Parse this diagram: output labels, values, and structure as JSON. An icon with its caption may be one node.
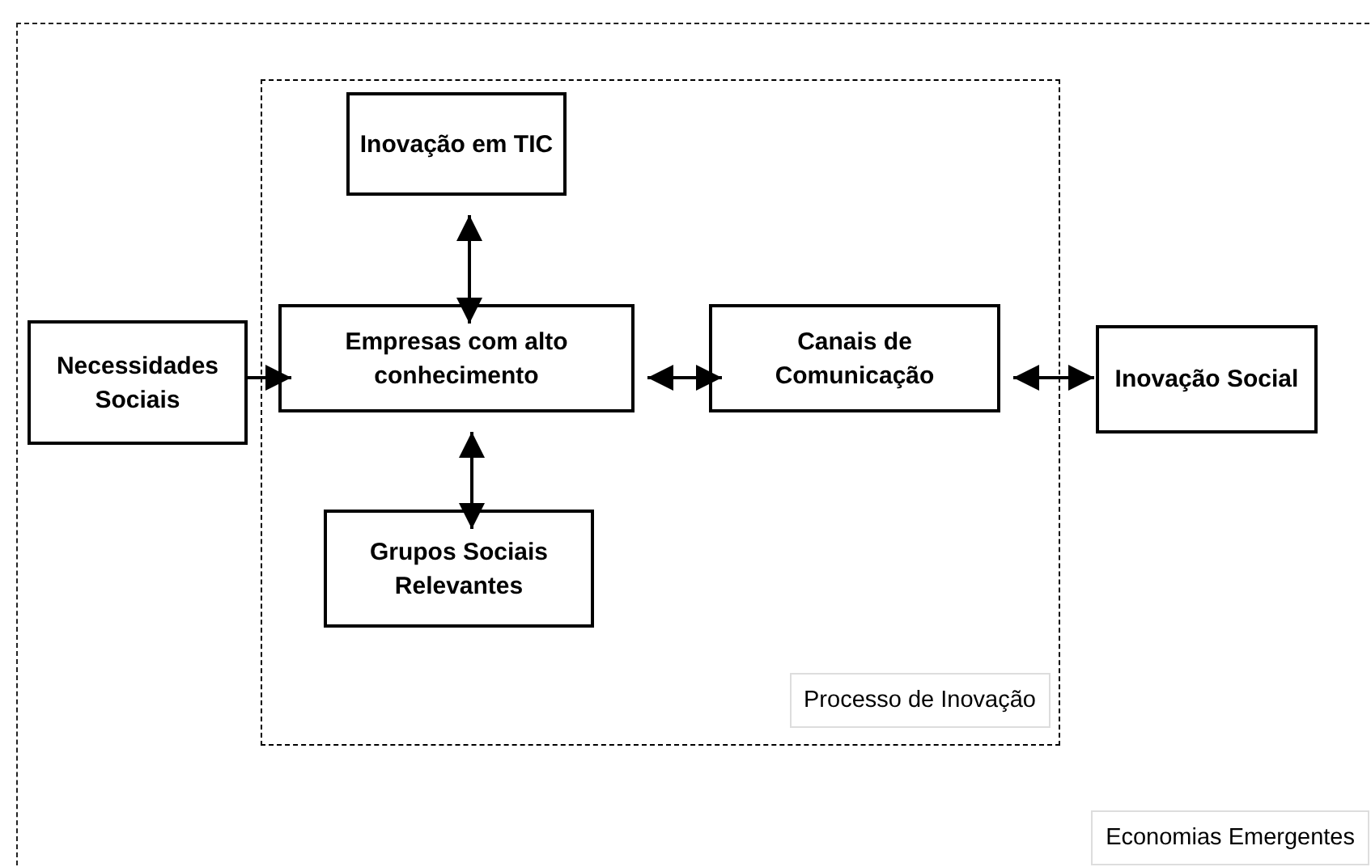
{
  "diagram": {
    "nodes": [
      {
        "text": [
          "Economias Emergentes"
        ]
      },
      {
        "text": [
          "Processo de Inovação"
        ],
        "in": 0
      },
      {
        "text": [
          "Inovação em TIC"
        ],
        "in": 1
      },
      {
        "text": [
          "Necessidades Sociais"
        ],
        "in": 0
      },
      {
        "text": [
          "Empresas com alto conhecimento"
        ],
        "in": 1
      },
      {
        "text": [
          "Canais de Comunicação"
        ],
        "in": 1
      },
      {
        "text": [
          "Inovação Social"
        ],
        "in": 0
      },
      {
        "text": [
          "Grupos Sociais Relevantes"
        ],
        "in": 1
      }
    ],
    "edges": [
      {
        "from": 3,
        "to": 4,
        "arrow": "to"
      },
      {
        "from": 4,
        "to": 2,
        "arrow": "both"
      },
      {
        "from": 4,
        "to": 5,
        "arrow": "both"
      },
      {
        "from": 5,
        "to": 6,
        "arrow": "both"
      },
      {
        "from": 4,
        "to": 7,
        "arrow": "both"
      }
    ]
  }
}
